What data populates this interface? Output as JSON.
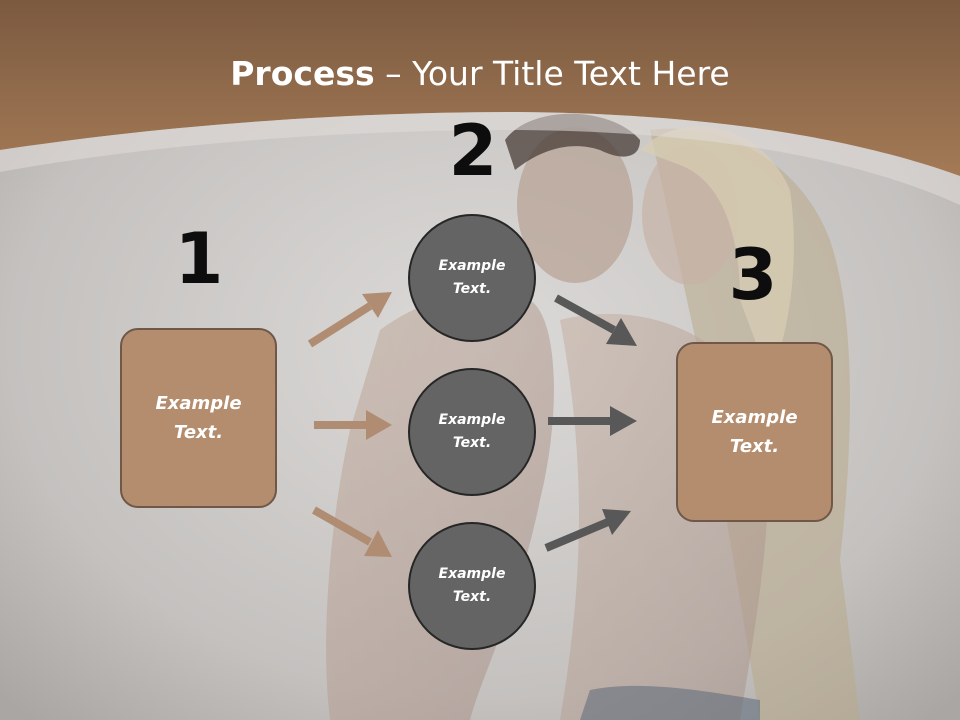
{
  "title": {
    "bold": "Process",
    "rest": " – Your Title Text Here"
  },
  "colors": {
    "header_brown": "#a2764f",
    "box_fill": "#b48d6e",
    "box_border": "#6f5848",
    "circle_fill": "#646464",
    "circle_border": "#262626",
    "arrow_brown": "#b08d72",
    "arrow_gray": "#585858"
  },
  "steps": [
    {
      "number": "1",
      "label": "Example Text."
    },
    {
      "number": "2",
      "label": "Example Text."
    },
    {
      "number": "3",
      "label": "Example Text."
    }
  ],
  "circles": [
    {
      "label": "Example Text."
    },
    {
      "label": "Example Text."
    },
    {
      "label": "Example Text."
    }
  ]
}
